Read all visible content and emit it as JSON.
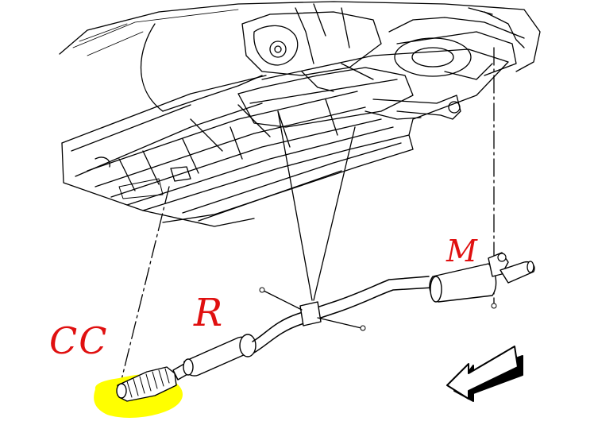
{
  "labels": {
    "catalytic": "CC",
    "resonator": "R",
    "muffler": "M"
  },
  "colors": {
    "annotation_red": "#e01010",
    "highlight_yellow": "#ffff00",
    "line_art": "#000000"
  },
  "icons": {
    "direction_arrow": "front-arrow-icon"
  }
}
